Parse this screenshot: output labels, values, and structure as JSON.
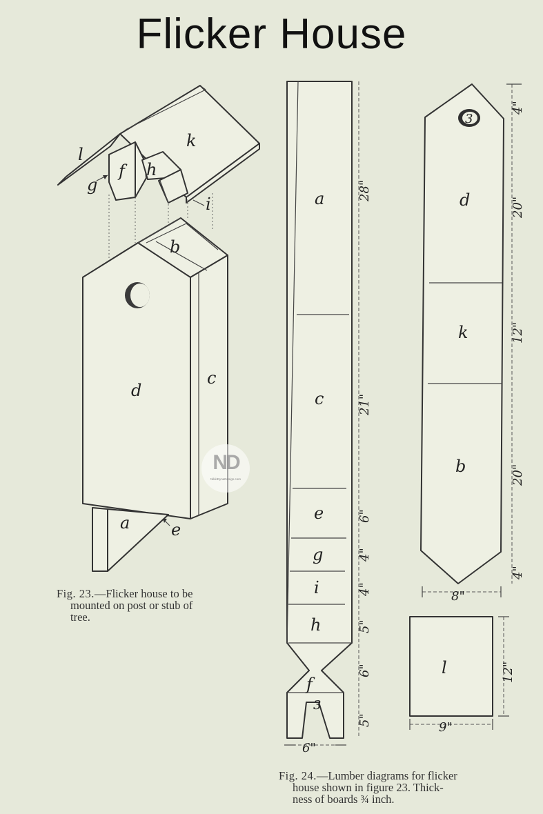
{
  "title": "Flicker House",
  "pieces": {
    "a": "a",
    "b": "b",
    "c": "c",
    "d": "d",
    "e": "e",
    "f": "f",
    "g": "g",
    "h": "h",
    "i": "i",
    "k": "k",
    "l": "l"
  },
  "hole_label": "3",
  "board_left": {
    "dims": [
      "28\"",
      "21\"",
      "6\"",
      "4\"",
      "4\"",
      "5\"",
      "6\"",
      "5\""
    ],
    "width": "6\""
  },
  "board_right": {
    "dims": [
      "4\"",
      "20\"",
      "12\"",
      "20\"",
      "4\""
    ],
    "width": "8\""
  },
  "board_square": {
    "height": "12\"",
    "width": "9\""
  },
  "fig23": {
    "lead": "Fig. 23.",
    "text1": "—Flicker house to be",
    "text2": "mounted on post or stub of",
    "text3": "tree."
  },
  "fig24": {
    "lead": "Fig. 24.",
    "text1": "—Lumber diagrams for flicker",
    "text2": "house shown in figure 23.   Thick-",
    "text3": "ness of boards ¾ inch."
  },
  "watermark": {
    "logo": "ND",
    "url": "NikkiDynaDesign.com"
  }
}
